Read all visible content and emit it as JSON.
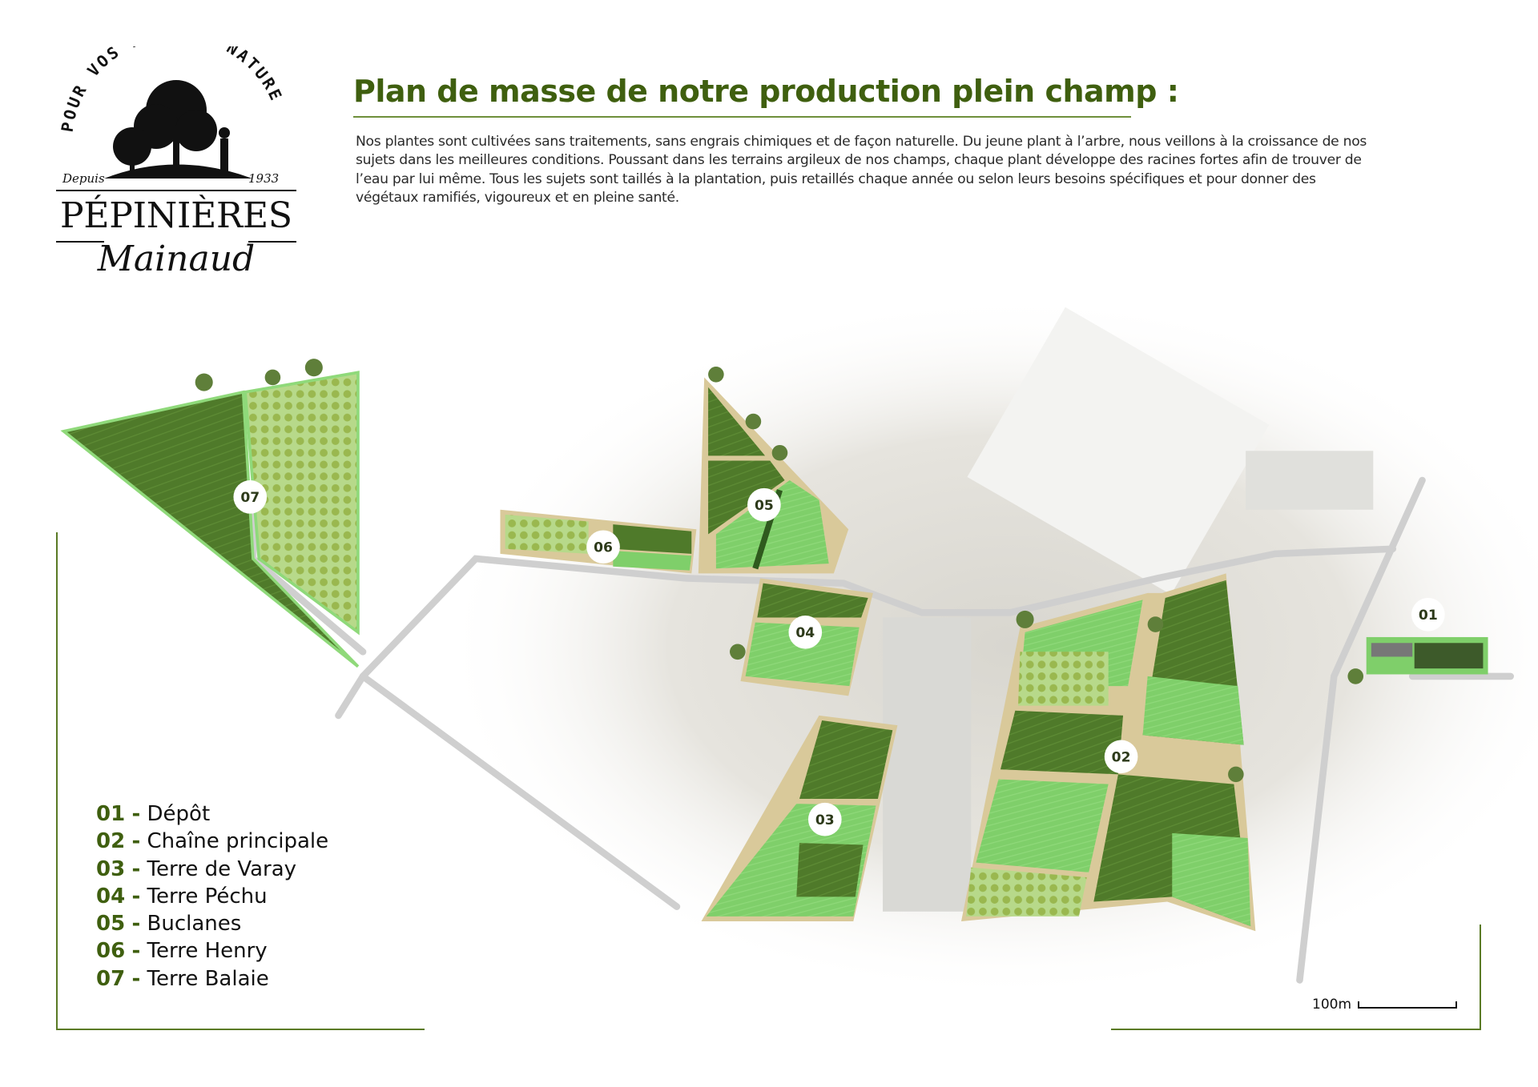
{
  "logo": {
    "arc_text": "POUR VOS PROJETS NATURE",
    "since_label": "Depuis",
    "year": "1933",
    "name": "PÉPINIÈRES",
    "script_name": "Mainaud"
  },
  "header": {
    "title": "Plan de masse de notre production plein champ :",
    "intro": "Nos plantes sont cultivées sans traitements, sans engrais chimiques et de façon naturelle. Du jeune plant à l’arbre, nous veillons à la croissance de nos sujets dans les meilleures conditions. Poussant dans les terrains argileux de nos champs, chaque plant développe des racines fortes afin de trouver de l’eau par lui même. Tous les sujets sont taillés à la plantation, puis retaillés chaque année ou selon leurs besoins spécifiques et pour donner des végétaux ramifiés, vigoureux et en pleine santé."
  },
  "legend": {
    "separator": "-",
    "items": [
      {
        "num": "01",
        "name": "Dépôt"
      },
      {
        "num": "02",
        "name": "Chaîne principale"
      },
      {
        "num": "03",
        "name": "Terre de Varay"
      },
      {
        "num": "04",
        "name": "Terre Péchu"
      },
      {
        "num": "05",
        "name": "Buclanes"
      },
      {
        "num": "06",
        "name": "Terre Henry"
      },
      {
        "num": "07",
        "name": "Terre Balaie"
      }
    ]
  },
  "map": {
    "markers": [
      "01",
      "02",
      "03",
      "04",
      "05",
      "06",
      "07"
    ],
    "scale_label": "100m"
  },
  "colors": {
    "brand_green": "#3f5f0f",
    "field_dark": "#4f7a2a",
    "field_light": "#7fcf6a",
    "field_border": "#d9c99a",
    "road": "#cfcfcf"
  }
}
